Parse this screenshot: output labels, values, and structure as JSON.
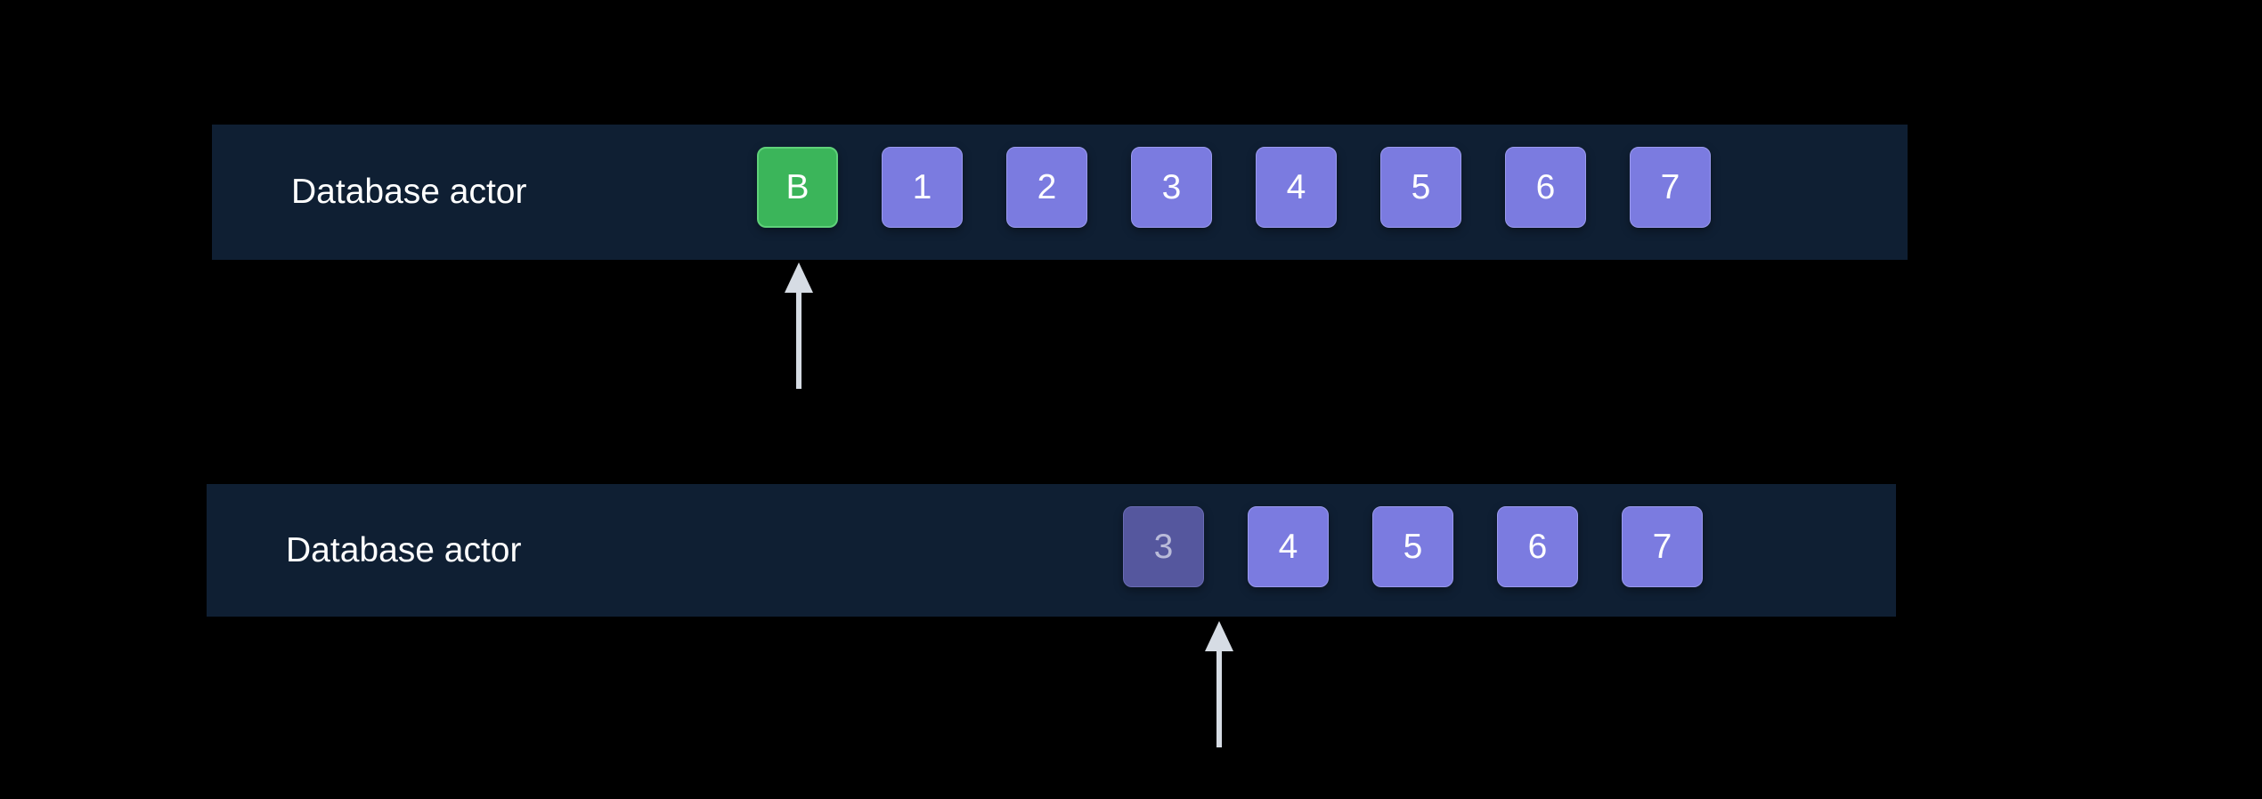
{
  "rows": [
    {
      "label": "Database actor",
      "tasks": [
        {
          "text": "B",
          "kind": "barrier",
          "color": "#3bb55a"
        },
        {
          "text": "1",
          "kind": "work",
          "color": "#7b7be0"
        },
        {
          "text": "2",
          "kind": "work",
          "color": "#7b7be0"
        },
        {
          "text": "3",
          "kind": "work",
          "color": "#7b7be0"
        },
        {
          "text": "4",
          "kind": "work",
          "color": "#7b7be0"
        },
        {
          "text": "5",
          "kind": "work",
          "color": "#7b7be0"
        },
        {
          "text": "6",
          "kind": "work",
          "color": "#7b7be0"
        },
        {
          "text": "7",
          "kind": "work",
          "color": "#7b7be0"
        }
      ],
      "pointer_icon": "up-arrow-icon"
    },
    {
      "label": "Database actor",
      "tasks": [
        {
          "text": "3",
          "kind": "done",
          "color": "#55579e"
        },
        {
          "text": "4",
          "kind": "work",
          "color": "#7b7be0"
        },
        {
          "text": "5",
          "kind": "work",
          "color": "#7b7be0"
        },
        {
          "text": "6",
          "kind": "work",
          "color": "#7b7be0"
        },
        {
          "text": "7",
          "kind": "work",
          "color": "#7b7be0"
        }
      ],
      "pointer_icon": "up-arrow-icon"
    }
  ],
  "colors": {
    "background": "#000000",
    "lane": "#0f1f33",
    "arrow": "#d6dce4"
  }
}
